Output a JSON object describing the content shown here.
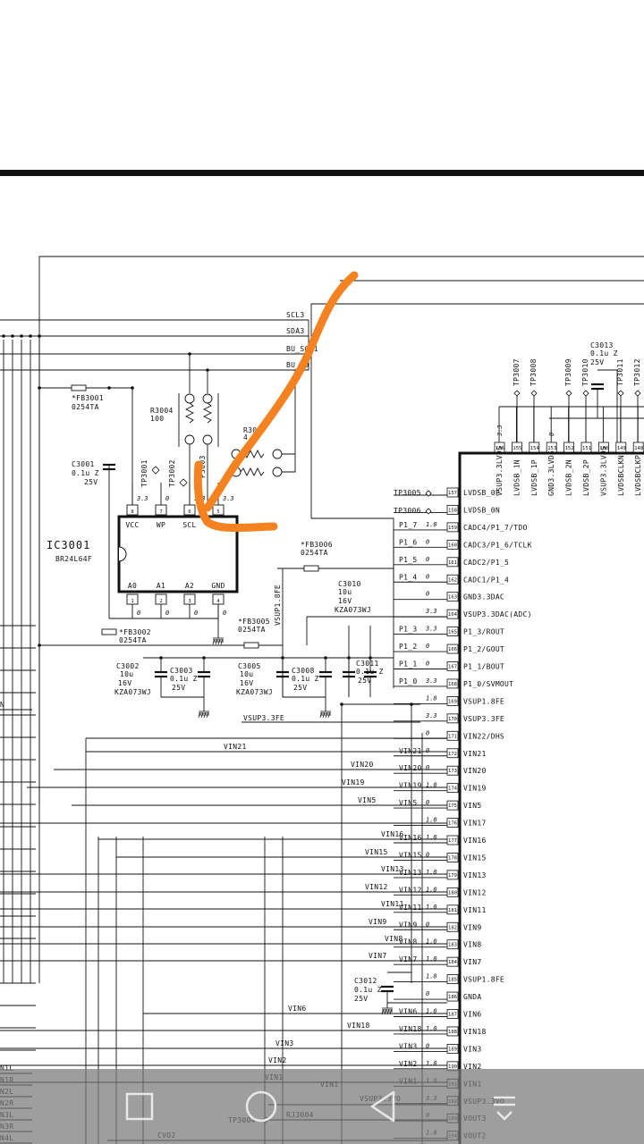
{
  "ic": {
    "ref": "IC3001",
    "part": "BR24L64F",
    "top_pins": [
      {
        "no": "8",
        "name": "VCC"
      },
      {
        "no": "7",
        "name": "WP"
      },
      {
        "no": "6",
        "name": "SCL"
      },
      {
        "no": "5",
        "name": ""
      }
    ],
    "bottom_pins": [
      {
        "no": "1",
        "name": "A0"
      },
      {
        "no": "2",
        "name": "A1"
      },
      {
        "no": "3",
        "name": "A2"
      },
      {
        "no": "4",
        "name": "GND"
      }
    ]
  },
  "buses": {
    "scl": "SCL3",
    "sda": "SDA3",
    "bu_scl": "BU_SCL1",
    "bu_sda": "BU_SD"
  },
  "parts": {
    "fb3001": [
      "*FB3001",
      "0254TA"
    ],
    "fb3002": [
      "*FB3002",
      "0254TA"
    ],
    "fb3005": [
      "*FB3005",
      "0254TA"
    ],
    "fb3006": [
      "*FB3006",
      "0254TA"
    ],
    "r3004": [
      "R3004",
      "100"
    ],
    "r3003": [
      "R30",
      "4"
    ],
    "c3001": [
      "C3001",
      "0.1u Z",
      "25V"
    ],
    "c3002": [
      "C3002",
      "10u",
      "16V",
      "KZA073WJ"
    ],
    "c3003": [
      "C3003",
      "0.1u Z",
      "25V"
    ],
    "c3005": [
      "C3005",
      "10u",
      "16V",
      "KZA073WJ"
    ],
    "c3008": [
      "C3008",
      "0.1u Z",
      "25V"
    ],
    "c3010": [
      "C3010",
      "10u",
      "16V",
      "KZA073WJ"
    ],
    "c3011": [
      "C3011",
      "0.1u Z",
      "25V"
    ],
    "c3012": [
      "C3012",
      "0.1u Z",
      "25V"
    ],
    "c3013": [
      "C3013",
      "0.1u Z",
      "25V"
    ],
    "tp3001": "TP3001",
    "tp3002": "TP3002",
    "tp3005": "TP3005",
    "tp3006": "TP3006",
    "tp3004": "TP3004",
    "p3003": "P3003",
    "rj3004": "RJ3004",
    "vsup18": "VSUP1.8FE",
    "vsup33": "VSUP3.3FE",
    "vsup_vo": "VSUP3.3VO",
    "cvo2": "CVO2"
  },
  "top_tps": [
    "TP3007",
    "TP3008",
    "TP3009",
    "TP3010",
    "TP3011",
    "TP3012"
  ],
  "top_pins": [
    {
      "no": "156",
      "v": "3.3",
      "name": "VSUP3.3LVDS"
    },
    {
      "no": "155",
      "v": "",
      "name": "LVDSB_1N"
    },
    {
      "no": "154",
      "v": "",
      "name": "LVDSB_1P"
    },
    {
      "no": "153",
      "v": "0",
      "name": "GND3.3LVDS"
    },
    {
      "no": "152",
      "v": "",
      "name": "LVDSB_2N"
    },
    {
      "no": "151",
      "v": "",
      "name": "LVDSB_2P"
    },
    {
      "no": "150",
      "v": "",
      "name": "VSUP3.3LVDS"
    },
    {
      "no": "149",
      "v": "",
      "name": "LVDSBCLKN"
    },
    {
      "no": "148",
      "v": "",
      "name": "LVDSBCLKP"
    }
  ],
  "right_pins": [
    {
      "no": "157",
      "v": "",
      "name": "LVDSB_0P",
      "net": ""
    },
    {
      "no": "158",
      "v": "",
      "name": "LVDSB_0N",
      "net": ""
    },
    {
      "no": "159",
      "v": "1.0",
      "name": "CADC4/P1_7/TDO",
      "net": "P1_7"
    },
    {
      "no": "160",
      "v": "0",
      "name": "CADC3/P1_6/TCLK",
      "net": "P1_6"
    },
    {
      "no": "161",
      "v": "0",
      "name": "CADC2/P1_5",
      "net": "P1_5"
    },
    {
      "no": "162",
      "v": "0",
      "name": "CADC1/P1_4",
      "net": "P1_4"
    },
    {
      "no": "163",
      "v": "0",
      "name": "GND3.3DAC",
      "net": ""
    },
    {
      "no": "164",
      "v": "3.3",
      "name": "VSUP3.3DAC(ADC)",
      "net": ""
    },
    {
      "no": "165",
      "v": "3.3",
      "name": "P1_3/ROUT",
      "net": "P1_3"
    },
    {
      "no": "166",
      "v": "0",
      "name": "P1_2/GOUT",
      "net": "P1_2"
    },
    {
      "no": "167",
      "v": "0",
      "name": "P1_1/BOUT",
      "net": "P1_1"
    },
    {
      "no": "168",
      "v": "3.3",
      "name": "P1_0/SVMOUT",
      "net": "P1_0"
    },
    {
      "no": "169",
      "v": "1.8",
      "name": "VSUP1.8FE",
      "net": ""
    },
    {
      "no": "170",
      "v": "3.3",
      "name": "VSUP3.3FE",
      "net": ""
    },
    {
      "no": "171",
      "v": "0",
      "name": "VIN22/DHS",
      "net": ""
    },
    {
      "no": "172",
      "v": "0",
      "name": "VIN21",
      "net": "VIN21"
    },
    {
      "no": "173",
      "v": "0",
      "name": "VIN20",
      "net": "VIN20"
    },
    {
      "no": "174",
      "v": "1.0",
      "name": "VIN19",
      "net": "VIN19"
    },
    {
      "no": "175",
      "v": "0",
      "name": "VIN5",
      "net": "VIN5"
    },
    {
      "no": "176",
      "v": "1.0",
      "name": "VIN17",
      "net": ""
    },
    {
      "no": "177",
      "v": "1.0",
      "name": "VIN16",
      "net": "VIN16"
    },
    {
      "no": "178",
      "v": "0",
      "name": "VIN15",
      "net": "VIN15"
    },
    {
      "no": "179",
      "v": "1.0",
      "name": "VIN13",
      "net": "VIN13"
    },
    {
      "no": "180",
      "v": "1.0",
      "name": "VIN12",
      "net": "VIN12"
    },
    {
      "no": "181",
      "v": "1.0",
      "name": "VIN11",
      "net": "VIN11"
    },
    {
      "no": "182",
      "v": "0",
      "name": "VIN9",
      "net": "VIN9"
    },
    {
      "no": "183",
      "v": "1.0",
      "name": "VIN8",
      "net": "VIN8"
    },
    {
      "no": "184",
      "v": "1.0",
      "name": "VIN7",
      "net": "VIN7"
    },
    {
      "no": "185",
      "v": "1.8",
      "name": "VSUP1.8FE",
      "net": ""
    },
    {
      "no": "186",
      "v": "0",
      "name": "GNDA",
      "net": ""
    },
    {
      "no": "187",
      "v": "1.0",
      "name": "VIN6",
      "net": "VIN6"
    },
    {
      "no": "188",
      "v": "1.0",
      "name": "VIN18",
      "net": "VIN18"
    },
    {
      "no": "189",
      "v": "0",
      "name": "VIN3",
      "net": "VIN3"
    },
    {
      "no": "190",
      "v": "1.0",
      "name": "VIN2",
      "net": "VIN2"
    },
    {
      "no": "191",
      "v": "1.0",
      "name": "VIN1",
      "net": "VIN1"
    },
    {
      "no": "192",
      "v": "3.3",
      "name": "VSUP3.3VO",
      "net": ""
    },
    {
      "no": "193",
      "v": "0",
      "name": "VOUT3",
      "net": ""
    },
    {
      "no": "194",
      "v": "1.8",
      "name": "VOUT2",
      "net": ""
    }
  ],
  "left_labels": [
    "N",
    "N1L",
    "N1R",
    "N2L",
    "N2R",
    "N3L",
    "N3R",
    "N4L"
  ],
  "ic_rail_pins": [
    {
      "no": "8",
      "v": "3.3"
    },
    {
      "no": "7",
      "v": "0"
    },
    {
      "no": "6",
      "v": "3.3"
    },
    {
      "no": "5",
      "v": "3.3"
    },
    {
      "no": "1",
      "v": "0"
    },
    {
      "no": "2",
      "v": "0"
    },
    {
      "no": "3",
      "v": "0"
    },
    {
      "no": "4",
      "v": "0"
    }
  ],
  "nav": {
    "back": "back-icon",
    "home": "home-icon",
    "recents": "recents-icon",
    "menu": "menu-icon"
  },
  "colors": {
    "annotation": "#f58220",
    "ink": "#111111",
    "navbar": "#787878"
  }
}
